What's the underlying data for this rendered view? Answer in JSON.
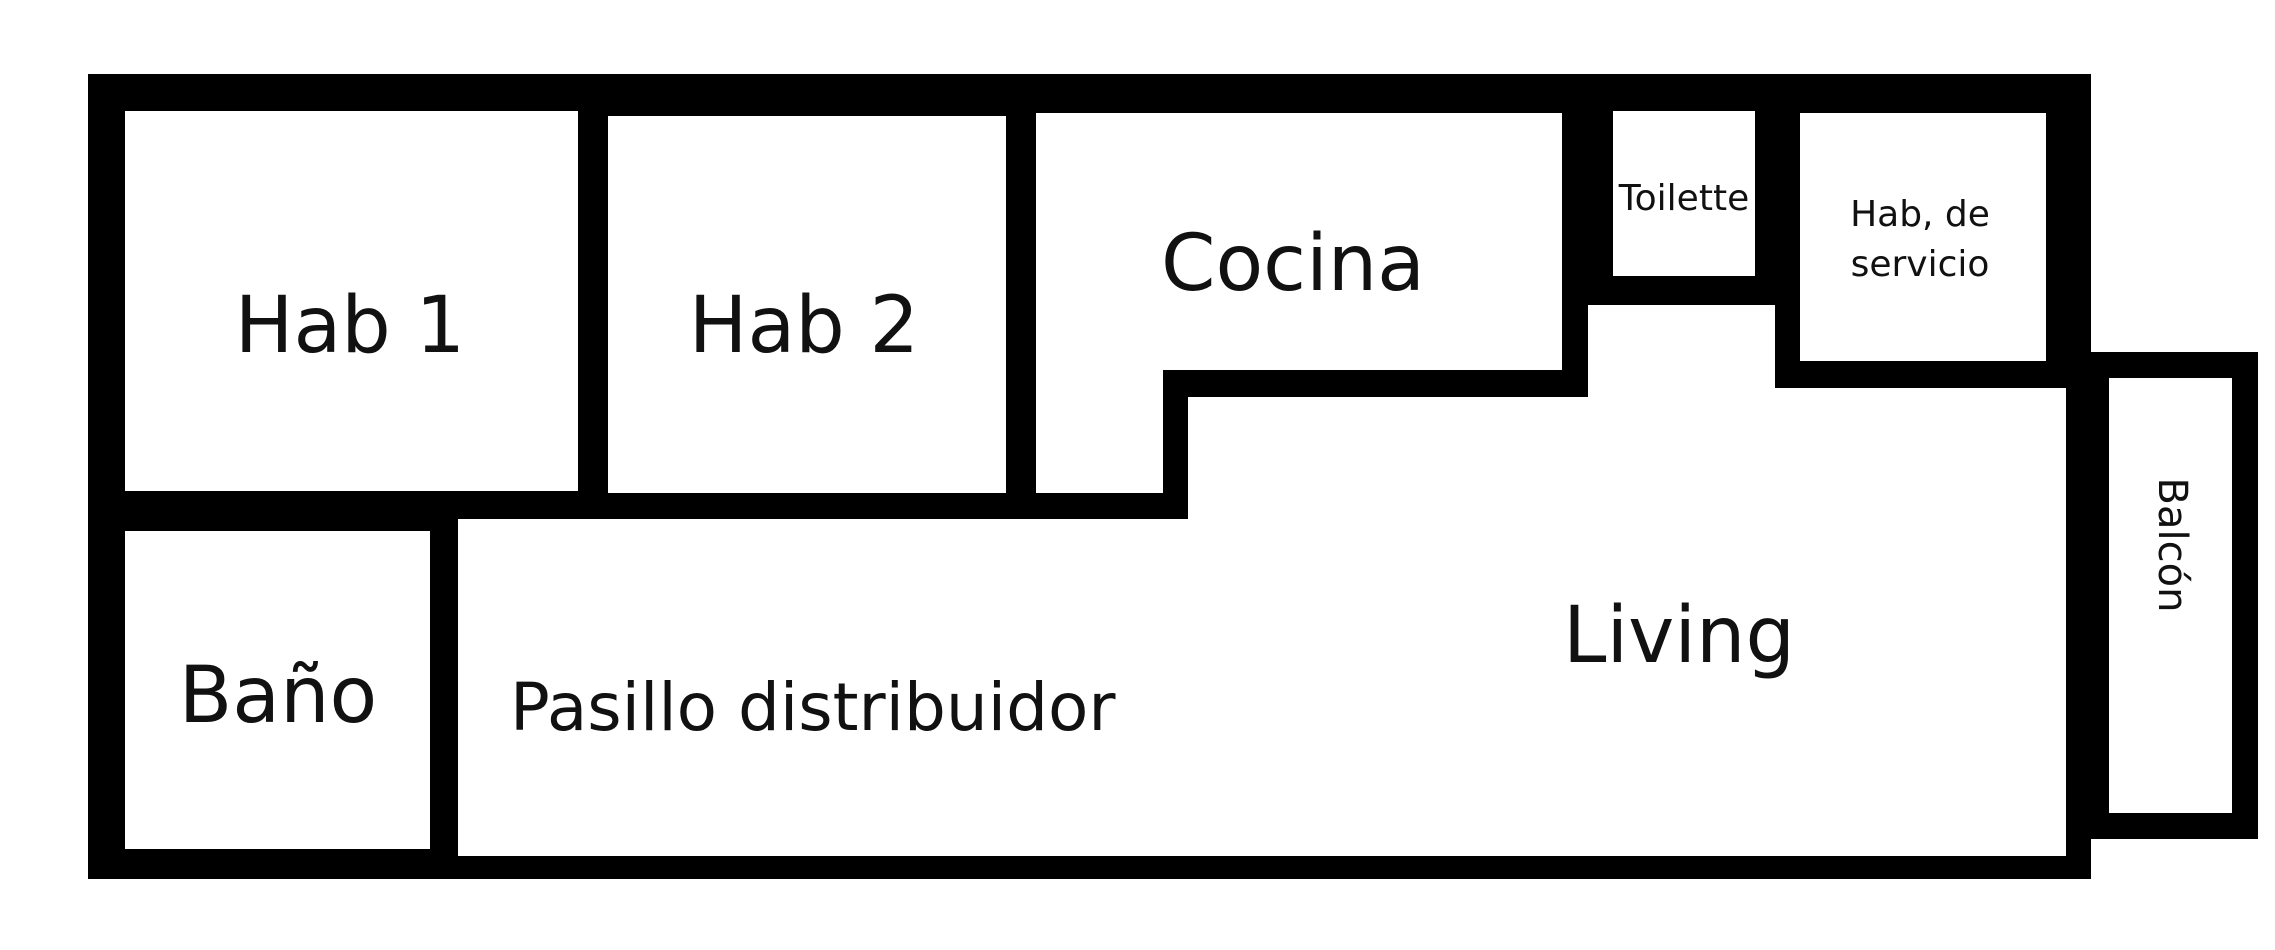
{
  "plan": {
    "wall_color": "#000000",
    "floor_color": "#ffffff",
    "rooms": {
      "hab1": "Hab 1",
      "hab2": "Hab 2",
      "cocina": "Cocina",
      "toilette": "Toilette",
      "hab_servicio_line1": "Hab, de",
      "hab_servicio_line2": "servicio",
      "bano": "Baño",
      "pasillo": "Pasillo distribuidor",
      "living": "Living",
      "balcon": "Balcón"
    }
  }
}
